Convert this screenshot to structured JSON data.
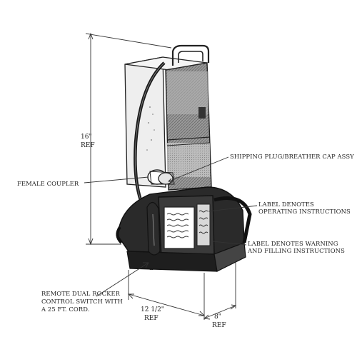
{
  "dimensions": {
    "height_value": "16\"",
    "height_ref": "REF",
    "width_value": "12 1/2\"",
    "width_ref": "REF",
    "depth_value": "8\"",
    "depth_ref": "REF"
  },
  "callouts": {
    "female_coupler": "FEMALE COUPLER",
    "shipping_plug": "SHIPPING PLUG/BREATHER CAP ASSY",
    "label_operating_line1": "LABEL DENOTES",
    "label_operating_line2": "OPERATING INSTRUCTIONS",
    "label_warning_line1": "LABEL DENOTES WARNING",
    "label_warning_line2": "AND FILLING INSTRUCTIONS",
    "remote_line1": "REMOTE DUAL ROCKER",
    "remote_line2": "CONTROL SWITCH WITH",
    "remote_line3": "A 25 FT. CORD."
  }
}
